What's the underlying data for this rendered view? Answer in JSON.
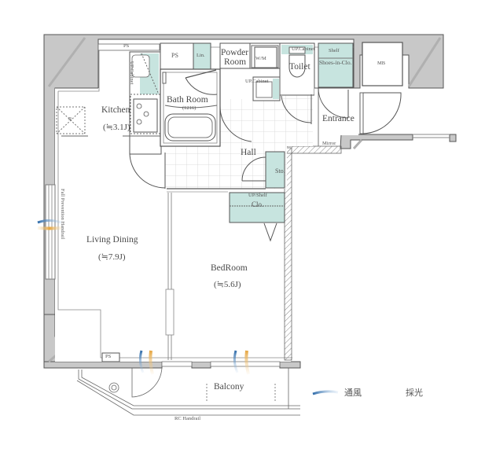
{
  "floorplan": {
    "rooms": {
      "kitchen": {
        "label": "Kitchen",
        "area": "(≒3.1J)"
      },
      "bath_room": {
        "label": "Bath Room",
        "size": "(1216)"
      },
      "powder_room": {
        "label_line1": "Powder",
        "label_line2": "Room"
      },
      "toilet": {
        "label": "Toilet"
      },
      "entrance": {
        "label": "Entrance"
      },
      "hall": {
        "label": "Hall"
      },
      "living_dining": {
        "label": "Living Dining",
        "area": "(≒7.9J)"
      },
      "bedroom": {
        "label": "BedRoom",
        "area": "(≒5.6J)"
      },
      "balcony": {
        "label": "Balcony"
      }
    },
    "fixtures": {
      "ps_top": "PS",
      "ps_box": "PS",
      "ps_bottom": "PS",
      "lin": "Lin.",
      "wm": "W/M",
      "up_cabinet_kitchen": "UP.Cabinet",
      "up_cabinet_powder": "UP.Cabinet",
      "up_cabinet_toilet": "UP.Cabinet",
      "shelf": "Shelf",
      "shoes_in_clo": "Shoes-in-Clo.",
      "mb": "MB",
      "mirror": "Mirror",
      "sto": "Sto.",
      "up_shelf": "UP/Shelf",
      "clo": "Clo.",
      "fall_prevention": "Fall Prevention Handrail",
      "rc_handrail": "RC Handrail",
      "refrigerator": "R"
    },
    "legend": [
      {
        "label": "通風",
        "color": "#3a78b5",
        "meaning": "ventilation"
      },
      {
        "label": "採光",
        "color": "#e6a640",
        "meaning": "daylight"
      }
    ],
    "colors": {
      "wall": "#c8c8c8",
      "storage": "#c7e4df",
      "line": "#555555"
    }
  }
}
